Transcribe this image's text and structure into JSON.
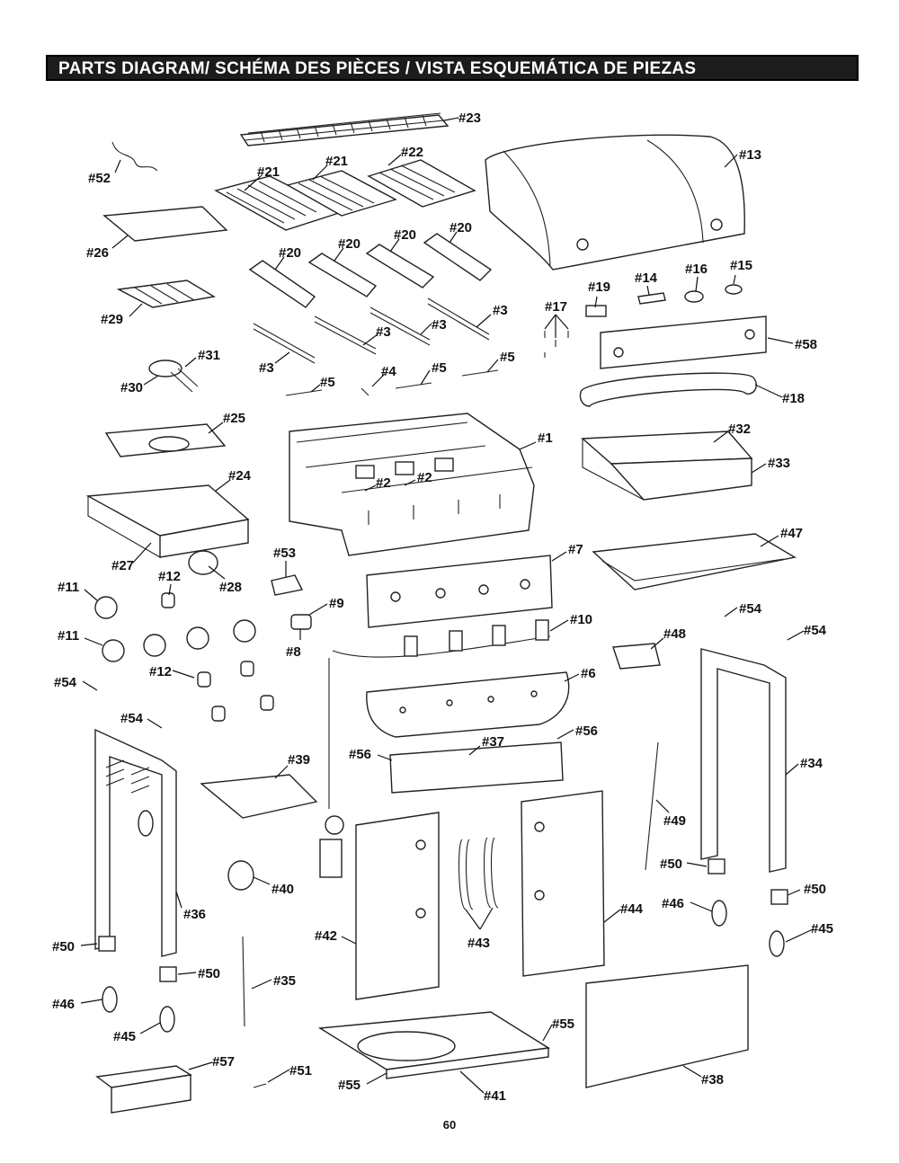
{
  "title": "PARTS DIAGRAM/ SCHÉMA DES PIÈCES / VISTA ESQUEMÁTICA DE PIEZAS",
  "page_number": "60",
  "callouts": {
    "c1": "#1",
    "c2a": "#2",
    "c2b": "#2",
    "c3a": "#3",
    "c3b": "#3",
    "c3c": "#3",
    "c3d": "#3",
    "c4": "#4",
    "c5a": "#5",
    "c5b": "#5",
    "c5c": "#5",
    "c6": "#6",
    "c7": "#7",
    "c8": "#8",
    "c9": "#9",
    "c10": "#10",
    "c11a": "#11",
    "c11b": "#11",
    "c12a": "#12",
    "c12b": "#12",
    "c13": "#13",
    "c14": "#14",
    "c15": "#15",
    "c16": "#16",
    "c17": "#17",
    "c18": "#18",
    "c19": "#19",
    "c20a": "#20",
    "c20b": "#20",
    "c20c": "#20",
    "c20d": "#20",
    "c21a": "#21",
    "c21b": "#21",
    "c22": "#22",
    "c23": "#23",
    "c24": "#24",
    "c25": "#25",
    "c26": "#26",
    "c27": "#27",
    "c28": "#28",
    "c29": "#29",
    "c30": "#30",
    "c31": "#31",
    "c32": "#32",
    "c33": "#33",
    "c34": "#34",
    "c35": "#35",
    "c36": "#36",
    "c37": "#37",
    "c38": "#38",
    "c39": "#39",
    "c40": "#40",
    "c41": "#41",
    "c42": "#42",
    "c43": "#43",
    "c44": "#44",
    "c45a": "#45",
    "c45b": "#45",
    "c46a": "#46",
    "c46b": "#46",
    "c47": "#47",
    "c48": "#48",
    "c49": "#49",
    "c50a": "#50",
    "c50b": "#50",
    "c50c": "#50",
    "c50d": "#50",
    "c51": "#51",
    "c52": "#52",
    "c53": "#53",
    "c54a": "#54",
    "c54b": "#54",
    "c54c": "#54",
    "c54d": "#54",
    "c55a": "#55",
    "c55b": "#55",
    "c56a": "#56",
    "c56b": "#56",
    "c57": "#57",
    "c58": "#58"
  }
}
